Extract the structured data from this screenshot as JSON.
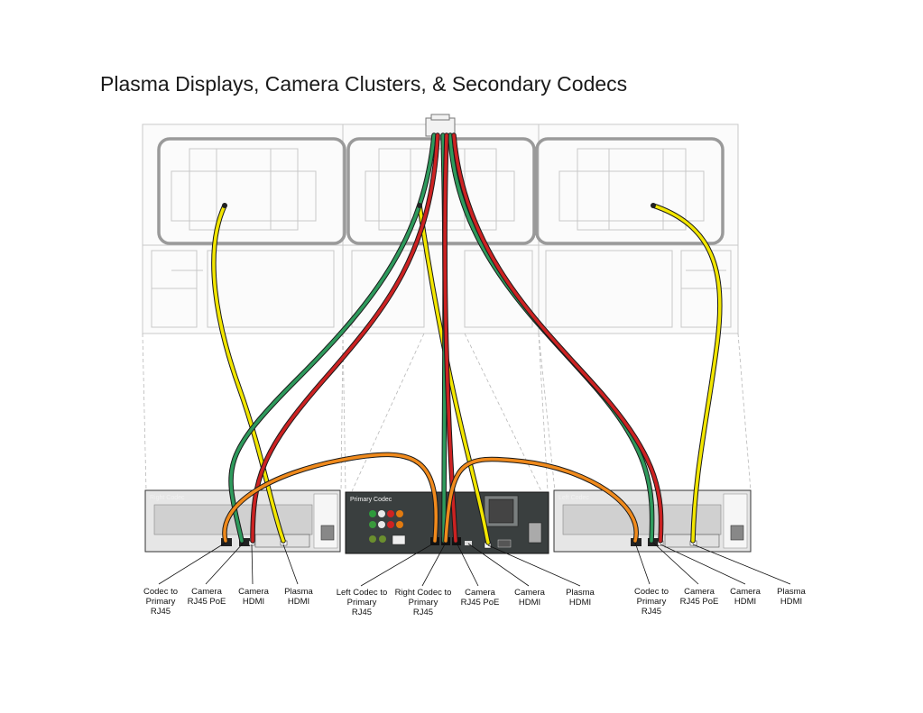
{
  "title": "Plasma Displays, Camera Clusters, & Secondary Codecs",
  "codecs": {
    "right": "Right Codec",
    "primary": "Primary Codec",
    "left": "Left Codec"
  },
  "callouts": {
    "right_codec_to_primary": [
      "Codec to",
      "Primary",
      "RJ45"
    ],
    "right_camera_rj45": [
      "Camera",
      "RJ45 PoE"
    ],
    "right_camera_hdmi": [
      "Camera",
      "HDMI"
    ],
    "right_plasma_hdmi": [
      "Plasma",
      "HDMI"
    ],
    "primary_left_codec": [
      "Left Codec to",
      "Primary",
      "RJ45"
    ],
    "primary_right_codec": [
      "Right Codec to",
      "Primary",
      "RJ45"
    ],
    "primary_camera_rj45": [
      "Camera",
      "RJ45 PoE"
    ],
    "primary_camera_hdmi": [
      "Camera",
      "HDMI"
    ],
    "primary_plasma_hdmi": [
      "Plasma",
      "HDMI"
    ],
    "left_codec_to_primary": [
      "Codec to",
      "Primary",
      "RJ45"
    ],
    "left_camera_rj45": [
      "Camera",
      "RJ45 PoE"
    ],
    "left_camera_hdmi": [
      "Camera",
      "HDMI"
    ],
    "left_plasma_hdmi": [
      "Plasma",
      "HDMI"
    ]
  },
  "cable_colors": {
    "plasma_hdmi": "#f2e600",
    "camera_rj45": "#2e9a5c",
    "camera_hdmi": "#cc2222",
    "codec_rj45": "#f08a1c",
    "outline": "#1a1a1a"
  }
}
